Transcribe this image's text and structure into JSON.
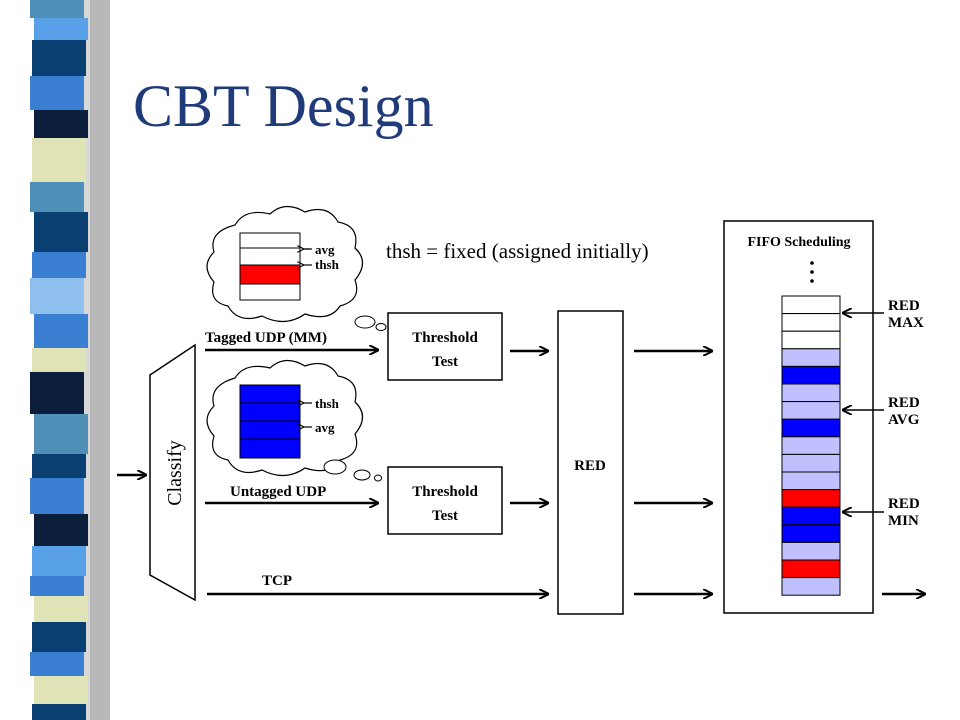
{
  "slide": {
    "title": "CBT Design"
  },
  "diagram": {
    "classify_label": "Classify",
    "threshold_top_line1": "Threshold",
    "threshold_top_line2": "Test",
    "threshold_bottom_line1": "Threshold",
    "threshold_bottom_line2": "Test",
    "red_label": "RED",
    "fifo_label": "FIFO Scheduling",
    "equation": "thsh = fixed (assigned initially)",
    "flows": {
      "tagged_udp": "Tagged UDP (MM)",
      "untagged_udp": "Untagged UDP",
      "tcp": "TCP"
    },
    "queue_markers": {
      "max_line1": "RED",
      "max_line2": "MAX",
      "avg_line1": "RED",
      "avg_line2": "AVG",
      "min_line1": "RED",
      "min_line2": "MIN"
    },
    "cloud_top": {
      "label_avg": "avg",
      "label_thsh": "thsh"
    },
    "cloud_bottom": {
      "label_thsh": "thsh",
      "label_avg": "avg"
    },
    "colors": {
      "tagged": "#ff0000",
      "untagged": "#0000ff",
      "tcp": "#c0c0ff",
      "title": "#1f3b7a"
    }
  }
}
